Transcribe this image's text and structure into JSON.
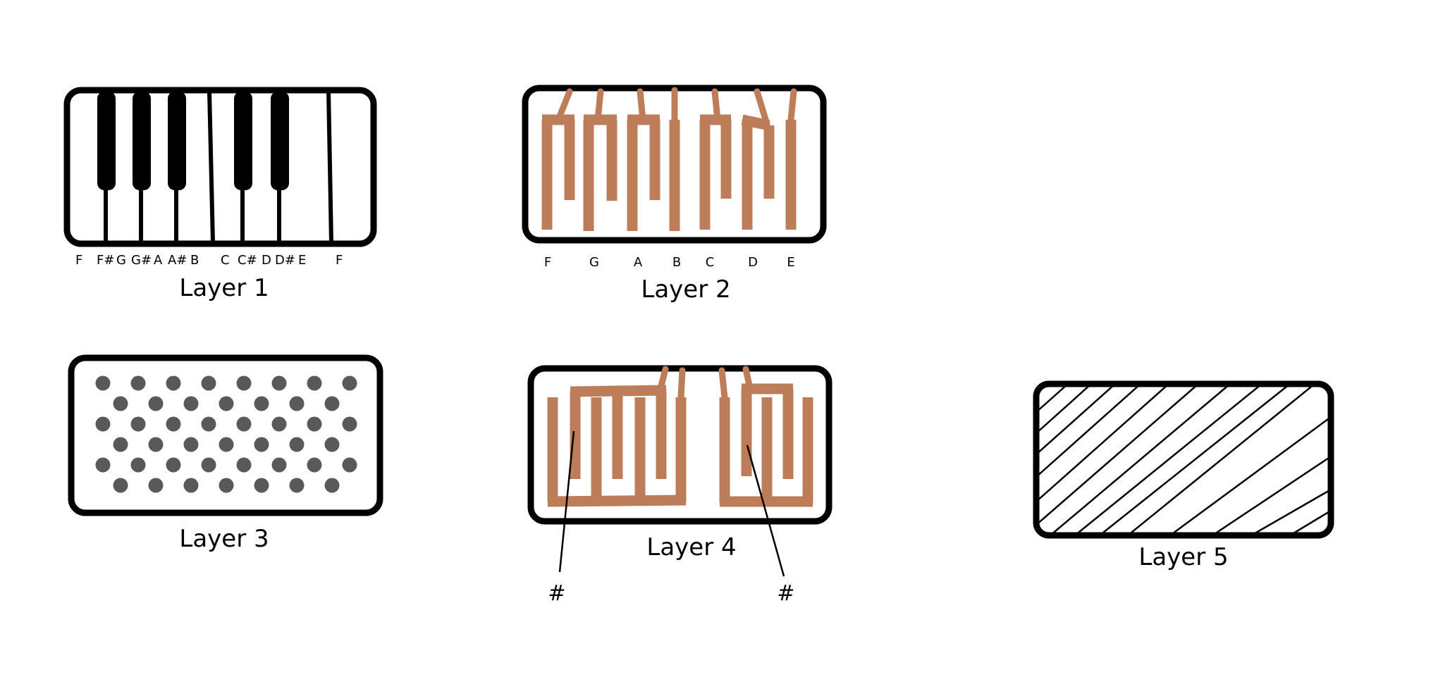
{
  "colors": {
    "outline": "#000000",
    "copper": "#bc7d58",
    "dot": "#595959",
    "background": "#ffffff"
  },
  "layer1": {
    "caption": "Layer 1",
    "notes": [
      "F",
      "F#",
      "G",
      "G#",
      "A",
      "A#",
      "B",
      "C",
      "C#",
      "D",
      "D#",
      "E",
      "F"
    ]
  },
  "layer2": {
    "caption": "Layer 2",
    "notes": [
      "F",
      "G",
      "A",
      "B",
      "C",
      "D",
      "E"
    ]
  },
  "layer3": {
    "caption": "Layer 3",
    "dot_rows": [
      8,
      7,
      8,
      7,
      8,
      7
    ]
  },
  "layer4": {
    "caption": "Layer 4",
    "callouts": [
      "#",
      "#"
    ]
  },
  "layer5": {
    "caption": "Layer 5",
    "fill_pattern": "diagonal-hatch"
  }
}
